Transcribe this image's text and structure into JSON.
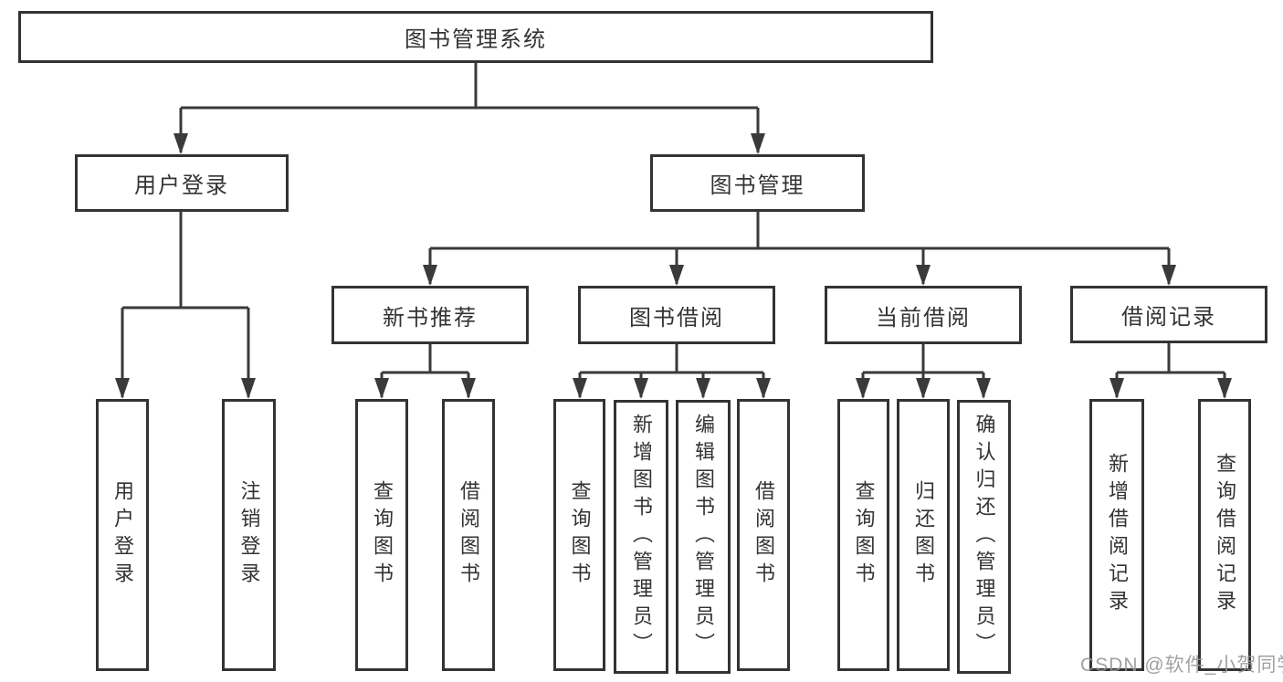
{
  "diagram": {
    "type": "hierarchy-tree",
    "nodes": {
      "root": "图书管理系统",
      "user_login": "用户登录",
      "book_management": "图书管理",
      "new_book_recommend": "新书推荐",
      "book_borrow": "图书借阅",
      "current_borrow": "当前借阅",
      "borrow_records": "借阅记录"
    },
    "leaves": {
      "user_login": [
        "用户登录",
        "注销登录"
      ],
      "new_book_recommend": [
        "查询图书",
        "借阅图书"
      ],
      "book_borrow": [
        "查询图书",
        "新增图书（管理员）",
        "编辑图书（管理员）",
        "借阅图书"
      ],
      "current_borrow": [
        "查询图书",
        "归还图书",
        "确认归还（管理员）"
      ],
      "borrow_records": [
        "新增借阅记录",
        "查询借阅记录"
      ]
    },
    "edges": [
      [
        "图书管理系统",
        "用户登录"
      ],
      [
        "图书管理系统",
        "图书管理"
      ],
      [
        "用户登录",
        "用户登录(叶)"
      ],
      [
        "用户登录",
        "注销登录"
      ],
      [
        "图书管理",
        "新书推荐"
      ],
      [
        "图书管理",
        "图书借阅"
      ],
      [
        "图书管理",
        "当前借阅"
      ],
      [
        "图书管理",
        "借阅记录"
      ],
      [
        "新书推荐",
        "查询图书"
      ],
      [
        "新书推荐",
        "借阅图书"
      ],
      [
        "图书借阅",
        "查询图书"
      ],
      [
        "图书借阅",
        "新增图书（管理员）"
      ],
      [
        "图书借阅",
        "编辑图书（管理员）"
      ],
      [
        "图书借阅",
        "借阅图书"
      ],
      [
        "当前借阅",
        "查询图书"
      ],
      [
        "当前借阅",
        "归还图书"
      ],
      [
        "当前借阅",
        "确认归还（管理员）"
      ],
      [
        "借阅记录",
        "新增借阅记录"
      ],
      [
        "借阅记录",
        "查询借阅记录"
      ]
    ],
    "colors": {
      "line": "#3a3a3a",
      "box_border": "#333333",
      "box_fill": "#ffffff",
      "text": "#333333",
      "watermark": "#949494",
      "background": "#ffffff"
    }
  },
  "watermark": "CSDN @软件_小贺同学"
}
